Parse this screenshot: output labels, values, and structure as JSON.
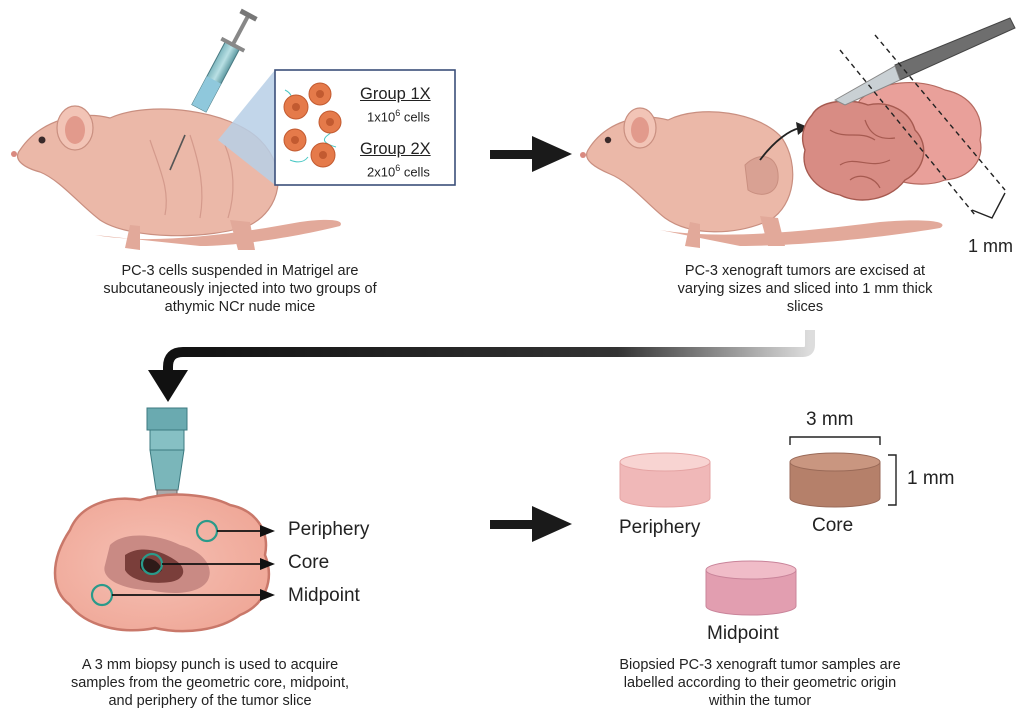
{
  "colors": {
    "skin": "#e8b3a3",
    "skin_dark": "#c98f80",
    "tumor": "#d98a80",
    "tumor_dark": "#b56a60",
    "tumor_core": "#4a2a28",
    "biopsy_ring": "#2a9a8a",
    "arrow": "#1a1a1a",
    "syringe_barrel": "#cfe4ec",
    "syringe_fluid": "#8fc8dc",
    "punch": "#6aaab0",
    "sample_periphery": "#f2c4c4",
    "sample_core": "#b9846a",
    "sample_midpoint": "#e6a4b4",
    "cell": "#e57a4a"
  },
  "icons": [
    "mouse-icon",
    "syringe-icon",
    "scalpel-icon",
    "tumor-icon",
    "biopsy-punch-icon",
    "cell-icon",
    "tissue-sample-icon"
  ],
  "step1": {
    "group1_title": "Group 1X",
    "group1_cells": "1x10",
    "group1_exp": "6",
    "group1_unit": " cells",
    "group2_title": "Group 2X",
    "group2_cells": "2x10",
    "group2_exp": "6",
    "group2_unit": " cells",
    "caption_lines": [
      "PC-3 cells suspended in Matrigel are",
      "subcutaneously injected into two groups of",
      "athymic NCr nude mice"
    ]
  },
  "step2": {
    "slice_label": "1 mm",
    "caption_lines": [
      "PC-3 xenograft tumors are excised at",
      "varying sizes and sliced into 1 mm thick",
      "slices"
    ]
  },
  "step3": {
    "regions": [
      "Periphery",
      "Core",
      "Midpoint"
    ],
    "caption_lines": [
      "A 3 mm biopsy punch is used to acquire",
      "samples from the geometric core, midpoint,",
      "and periphery of the tumor slice"
    ]
  },
  "step4": {
    "width_label": "3 mm",
    "height_label": "1 mm",
    "samples": [
      "Periphery",
      "Core",
      "Midpoint"
    ],
    "caption_lines": [
      "Biopsied PC-3 xenograft tumor samples are",
      "labelled according to their geometric origin",
      "within the tumor"
    ]
  }
}
